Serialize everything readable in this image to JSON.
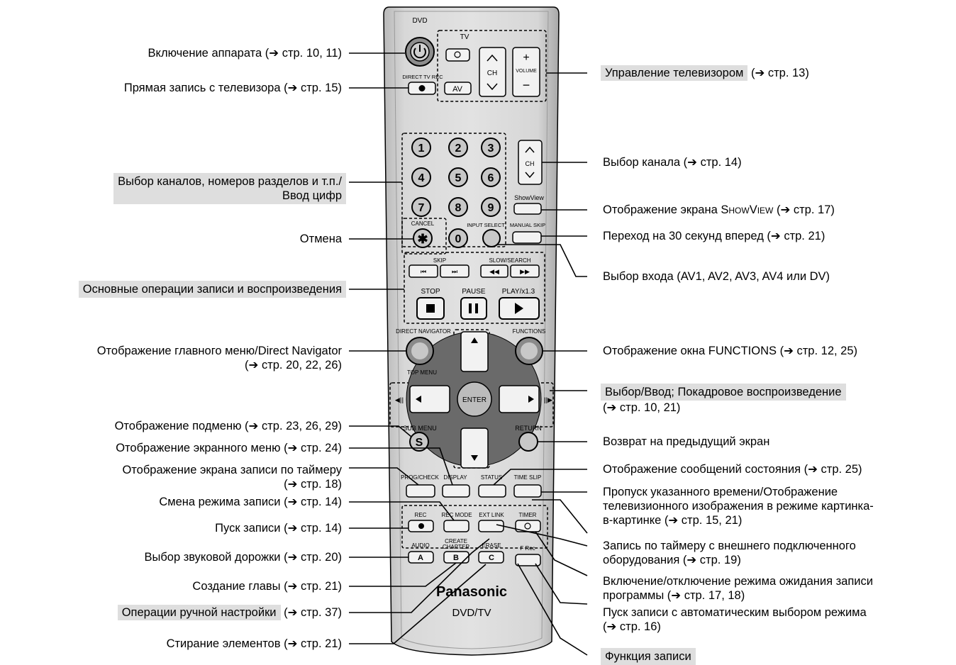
{
  "remote": {
    "brand": "Panasonic",
    "model": "DVD/TV",
    "button_labels": {
      "dvd": "DVD",
      "tv": "TV",
      "ch": "CH",
      "volume": "VOLUME",
      "av": "AV",
      "direct_tv_rec": "DIRECT TV REC",
      "showview": "ShowView",
      "cancel": "CANCEL",
      "input_select": "INPUT SELECT",
      "manual_skip": "MANUAL SKIP",
      "skip": "SKIP",
      "slow_search": "SLOW/SEARCH",
      "stop": "STOP",
      "pause": "PAUSE",
      "play": "PLAY/x1.3",
      "direct_navigator": "DIRECT NAVIGATOR",
      "top_menu": "TOP MENU",
      "functions": "FUNCTIONS",
      "enter": "ENTER",
      "sub_menu": "SUB MENU",
      "return": "RETURN",
      "prog_check": "PROG/CHECK",
      "display": "DISPLAY",
      "status": "STATUS",
      "time_slip": "TIME SLIP",
      "rec": "REC",
      "rec_mode": "REC MODE",
      "ext_link": "EXT LINK",
      "timer": "TIMER",
      "audio": "AUDIO",
      "create_chapter_1": "CREATE",
      "create_chapter_2": "CHAPTER",
      "erase": "ERASE",
      "f_rec": "F Rec",
      "a": "A",
      "b": "B",
      "c": "C",
      "s": "S",
      "digits": [
        "1",
        "2",
        "3",
        "4",
        "5",
        "6",
        "7",
        "8",
        "9",
        "0"
      ]
    }
  },
  "labels": {
    "power": "Включение аппарата (➔ стр. 10, 11)",
    "direct_rec": "Прямая запись с телевизора (➔ стр. 15)",
    "channels_1": "Выбор каналов, номеров разделов и т.п./",
    "channels_2": "Ввод цифр",
    "cancel": "Отмена",
    "basic_ops": "Основные операции записи и воспроизведения",
    "top_menu_1": "Отображение главного меню/Direct Navigator",
    "top_menu_2": "(➔ стр. 20, 22, 26)",
    "sub_menu": "Отображение подменю (➔ стр. 23, 26, 29)",
    "display": "Отображение экранного меню (➔ стр. 24)",
    "timer_screen_1": "Отображение экрана записи по таймеру",
    "timer_screen_2": "(➔ стр. 18)",
    "rec_mode": "Смена режима записи (➔ стр. 14)",
    "rec_start": "Пуск записи (➔ стр. 14)",
    "audio": "Выбор звуковой дорожки (➔ стр. 20)",
    "chapter": "Создание главы (➔ стр. 21)",
    "manual_tuning": "Операции ручной настройки",
    "manual_tuning_ref": "(➔ стр. 37)",
    "erase": "Стирание элементов (➔ стр. 21)",
    "tv_control": "Управление телевизором",
    "tv_control_ref": "(➔ стр. 13)",
    "channel_select": "Выбор канала (➔ стр. 14)",
    "showview_a": "Отображение экрана ",
    "showview_b": "ShowView",
    "showview_c": " (➔ стр. 17)",
    "skip30": "Переход на 30 секунд вперед (➔ стр. 21)",
    "input": "Выбор входа (AV1, AV2, AV3, AV4 или DV)",
    "functions": "Отображение окна FUNCTIONS (➔ стр. 12, 25)",
    "select_enter_1": "Выбор/Ввод; Покадровое воспроизведение",
    "select_enter_2": "(➔ стр. 10, 21)",
    "return": "Возврат на предыдущий экран",
    "status": "Отображение сообщений состояния (➔ стр. 25)",
    "time_slip_1": "Пропуск указанного времени/Отображение",
    "time_slip_2": "телевизионного изображения в режиме картинка-",
    "time_slip_3": "в-картинке (➔ стр. 15, 21)",
    "ext_link_1": "Запись по таймеру с внешнего подключенного",
    "ext_link_2": "оборудования (➔ стр. 19)",
    "timer_1": "Включение/отключение режима ожидания записи",
    "timer_2": "программы (➔ стр. 17, 18)",
    "frec_1": "Пуск записи с автоматическим выбором режима",
    "frec_2": "(➔ стр. 16)",
    "rec_function": "Функция записи"
  }
}
